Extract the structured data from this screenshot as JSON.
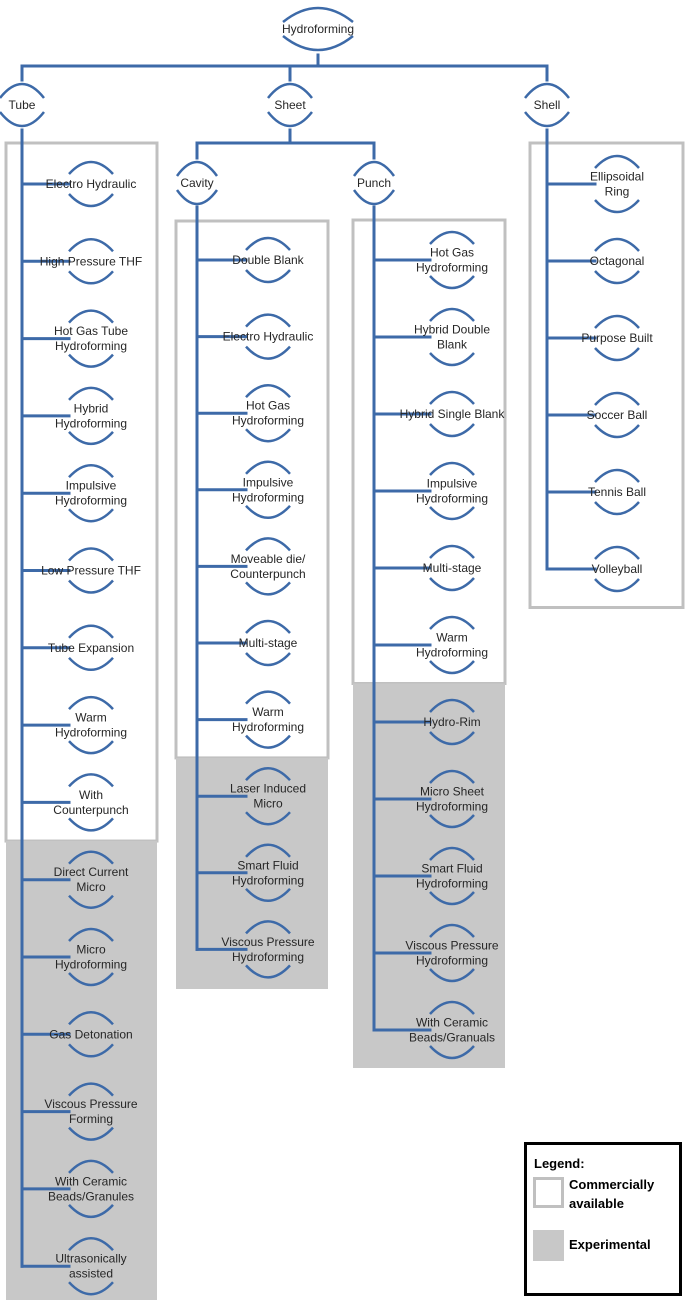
{
  "diagram": {
    "root": "Hydroforming",
    "categories": [
      {
        "label": "Tube",
        "commercial": [
          "Electro Hydraulic",
          "High Pressure THF",
          "Hot Gas Tube\nHydroforming",
          "Hybrid\nHydroforming",
          "Impulsive\nHydroforming",
          "Low Pressure THF",
          "Tube Expansion",
          "Warm\nHydroforming",
          "With\nCounterpunch"
        ],
        "experimental": [
          "Direct Current\nMicro",
          "Micro\nHydroforming",
          "Gas Detonation",
          "Viscous Pressure\nForming",
          "With Ceramic\nBeads/Granules",
          "Ultrasonically\nassisted"
        ]
      },
      {
        "label": "Sheet",
        "subcategories": [
          {
            "label": "Cavity",
            "commercial": [
              "Double Blank",
              "Electro Hydraulic",
              "Hot Gas\nHydroforming",
              "Impulsive\nHydroforming",
              "Moveable die/\nCounterpunch",
              "Multi-stage",
              "Warm\nHydroforming"
            ],
            "experimental": [
              "Laser Induced\nMicro",
              "Smart Fluid\nHydroforming",
              "Viscous Pressure\nHydroforming"
            ]
          },
          {
            "label": "Punch",
            "commercial": [
              "Hot Gas\nHydroforming",
              "Hybrid Double\nBlank",
              "Hybrid Single Blank",
              "Impulsive\nHydroforming",
              "Multi-stage",
              "Warm\nHydroforming"
            ],
            "experimental": [
              "Hydro-Rim",
              "Micro Sheet\nHydroforming",
              "Smart Fluid\nHydroforming",
              "Viscous Pressure\nHydroforming",
              "With Ceramic\nBeads/Granuals"
            ]
          }
        ]
      },
      {
        "label": "Shell",
        "commercial": [
          "Ellipsoidal\nRing",
          "Octagonal",
          "Purpose Built",
          "Soccer Ball",
          "Tennis Ball",
          "Volleyball"
        ],
        "experimental": []
      }
    ]
  },
  "legend": {
    "title": "Legend:",
    "commercial_label": "Commercially available",
    "experimental_label": "Experimental"
  },
  "colors": {
    "line": "#3d6aa8",
    "commercial_border": "#c0c0c0",
    "experimental_fill": "#c8c8c8",
    "text": "#262626"
  }
}
